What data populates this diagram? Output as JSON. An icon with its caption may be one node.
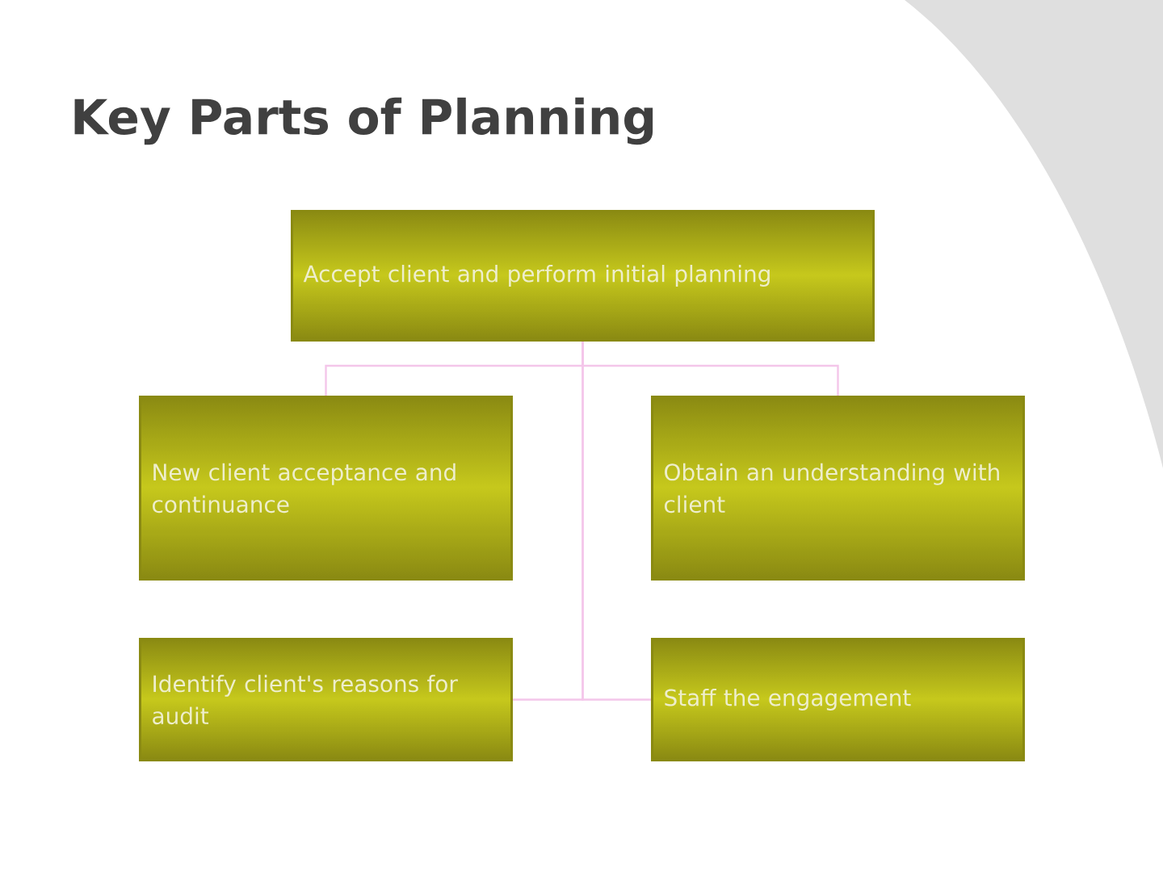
{
  "diagram": {
    "title": "Key Parts of Planning",
    "nodes": [
      {
        "text": [
          "Accept client and perform initial planning"
        ]
      },
      {
        "text": [
          "New client acceptance and continuance"
        ]
      },
      {
        "text": [
          "Obtain an understanding with client"
        ]
      },
      {
        "text": [
          "Identify client's reasons for audit"
        ]
      },
      {
        "text": [
          "Staff the engagement"
        ]
      }
    ],
    "edges": [
      {
        "from": 0,
        "to": 1,
        "arrow": "none"
      },
      {
        "from": 0,
        "to": 2,
        "arrow": "none"
      },
      {
        "from": 0,
        "to": 3,
        "arrow": "none"
      },
      {
        "from": 0,
        "to": 4,
        "arrow": "none"
      }
    ]
  }
}
